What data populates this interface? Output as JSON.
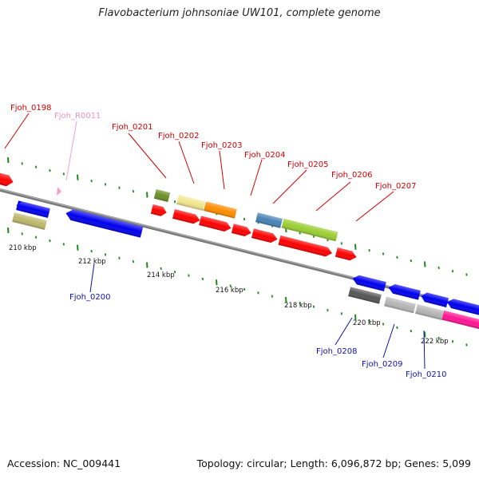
{
  "title": "Flavobacterium johnsoniae UW101, complete genome",
  "footer": {
    "accession": "Accession: NC_009441",
    "summary": "Topology: circular; Length: 6,096,872 bp; Genes: 5,099"
  },
  "colors": {
    "backbone": "#7f7f7f",
    "tick": "#1f8a1f",
    "label_red": "#d10000",
    "label_blue": "#1010b0",
    "label_pink": "#f090c0"
  },
  "kbp_ticks": [
    {
      "label": "210 kbp",
      "kbp": 210
    },
    {
      "label": "212 kbp",
      "kbp": 212
    },
    {
      "label": "214 kbp",
      "kbp": 214
    },
    {
      "label": "216 kbp",
      "kbp": 216
    },
    {
      "label": "218 kbp",
      "kbp": 218
    },
    {
      "label": "220 kbp",
      "kbp": 220
    },
    {
      "label": "222 kbp",
      "kbp": 222
    }
  ],
  "genes": [
    {
      "name": "Fjoh_0198",
      "color": "label_red"
    },
    {
      "name": "Fjoh_R0011",
      "color": "label_pink"
    },
    {
      "name": "Fjoh_0200",
      "color": "label_blue"
    },
    {
      "name": "Fjoh_0201",
      "color": "label_red"
    },
    {
      "name": "Fjoh_0202",
      "color": "label_red"
    },
    {
      "name": "Fjoh_0203",
      "color": "label_red"
    },
    {
      "name": "Fjoh_0204",
      "color": "label_red"
    },
    {
      "name": "Fjoh_0205",
      "color": "label_red"
    },
    {
      "name": "Fjoh_0206",
      "color": "label_red"
    },
    {
      "name": "Fjoh_0207",
      "color": "label_red"
    },
    {
      "name": "Fjoh_0208",
      "color": "label_blue"
    },
    {
      "name": "Fjoh_0209",
      "color": "label_blue"
    },
    {
      "name": "Fjoh_0210",
      "color": "label_blue"
    }
  ]
}
